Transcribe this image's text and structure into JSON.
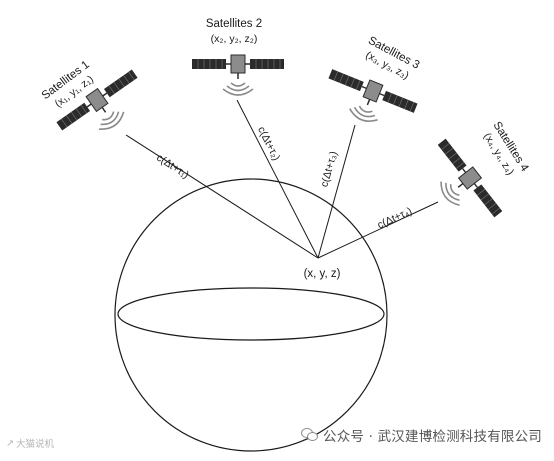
{
  "satellites": [
    {
      "name": "Satellites 1",
      "coord": "(x₁, y₁, z₁)",
      "range": "c(Δt+τ₁)"
    },
    {
      "name": "Satellites 2",
      "coord": "(x₂, y₂, z₂)",
      "range": "c(Δt+τ₂)"
    },
    {
      "name": "Satellites 3",
      "coord": "(x₃, y₃, z₃)",
      "range": "c(Δt+τ₃)"
    },
    {
      "name": "Satellites 4",
      "coord": "(x₄, y₄, z₄)",
      "range": "c(Δt+τ₄)"
    }
  ],
  "receiver": "(x, y, z)",
  "watermark_left": "大猫说机",
  "watermark_right": "公众号 · 武汉建博检测科技有限公司",
  "colors": {
    "ink": "#1a1a1a",
    "panel": "#2b2b2b",
    "signal": "#888888"
  }
}
